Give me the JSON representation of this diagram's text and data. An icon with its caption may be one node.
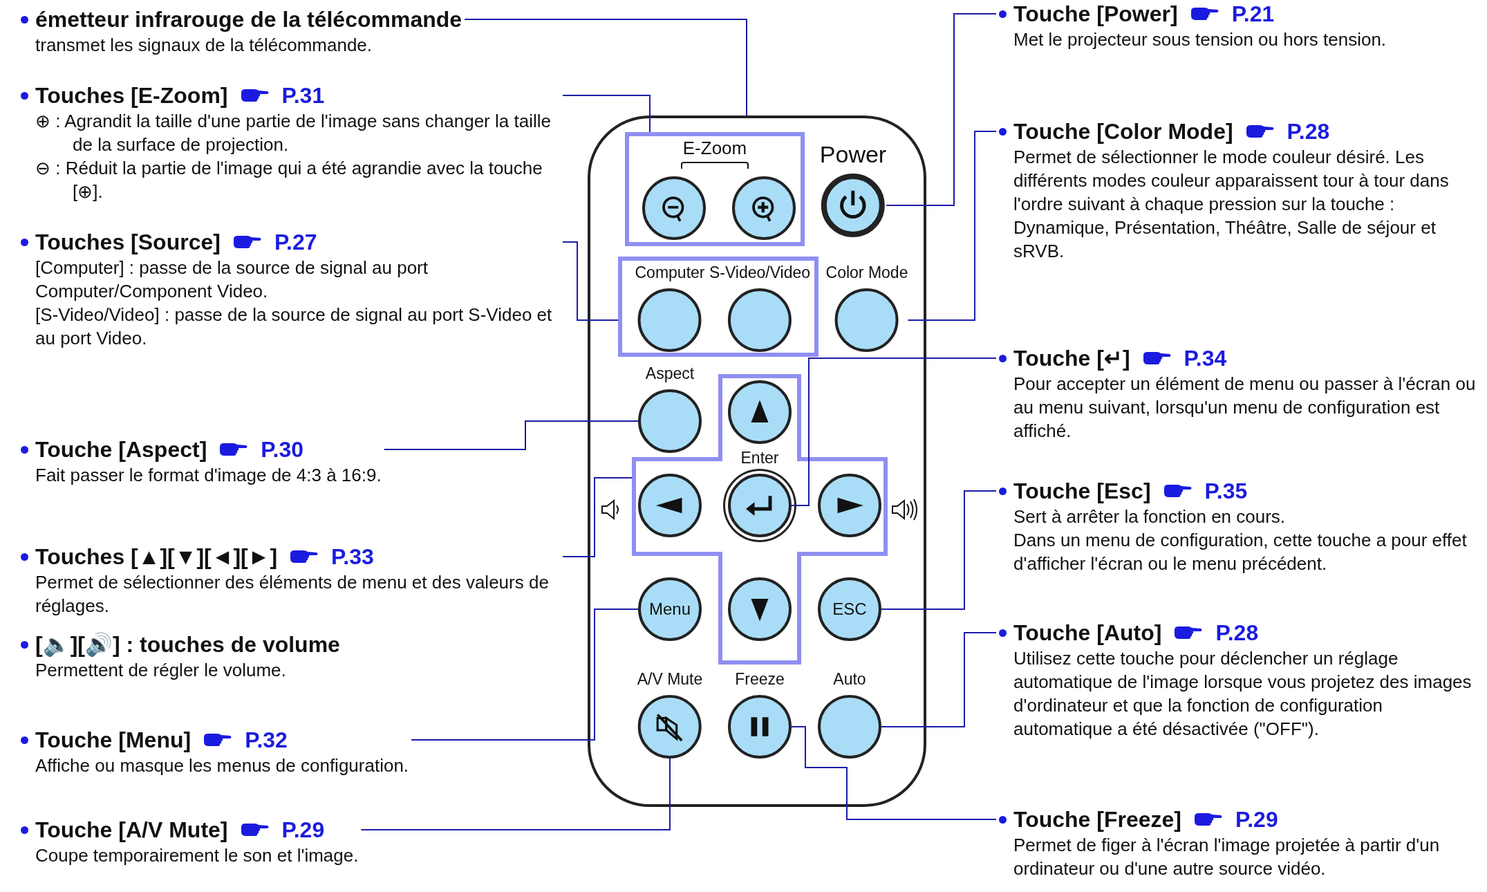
{
  "diagram": {
    "nodes": [
      {
        "text": [
          "émetteur infrarouge de la télécommande",
          "transmet les signaux de la télécommande."
        ]
      },
      {
        "text": [
          "Touches [E-Zoom]",
          "P.31",
          "⊕ : Agrandit la taille d'une partie de l'image sans changer la taille de la surface de projection.",
          "⊖ : Réduit la partie de l'image qui a été agrandie avec la touche [⊕]."
        ]
      },
      {
        "text": [
          "Touches [Source]",
          "P.27",
          "[Computer] : passe de la source de signal au port Computer/Component Video.",
          "[S-Video/Video] : passe de la source de signal au port S-Video et au port Video."
        ]
      },
      {
        "text": [
          "Touche [Aspect]",
          "P.30",
          "Fait passer le format d'image de 4:3 à 16:9."
        ]
      },
      {
        "text": [
          "Touches [▲][▼][◄][►]",
          "P.33",
          "Permet de sélectionner des éléments de menu et des valeurs de réglages."
        ]
      },
      {
        "text": [
          "[🔈][🔊] : touches de volume",
          "Permettent de régler le volume."
        ]
      },
      {
        "text": [
          "Touche [Menu]",
          "P.32",
          "Affiche ou masque les menus de configuration."
        ]
      },
      {
        "text": [
          "Touche [A/V Mute]",
          "P.29",
          "Coupe temporairement le son et l'image."
        ]
      },
      {
        "text": [],
        "shape": "box"
      },
      {
        "text": [
          "E-Zoom"
        ],
        "in": 8
      },
      {
        "text": [],
        "shape": "circle",
        "in": 9
      },
      {
        "text": [],
        "shape": "circle",
        "in": 9
      },
      {
        "text": [
          "Power"
        ],
        "in": 8
      },
      {
        "text": [],
        "shape": "box",
        "in": 8
      },
      {
        "text": [
          "Computer"
        ],
        "in": 13
      },
      {
        "text": [
          "S-Video/Video"
        ],
        "in": 13
      },
      {
        "text": [
          "Color Mode"
        ],
        "in": 8
      },
      {
        "text": [
          "Aspect"
        ],
        "in": 8
      },
      {
        "text": [],
        "shape": "box",
        "in": 8
      },
      {
        "text": [],
        "shape": "circle",
        "in": 18
      },
      {
        "text": [],
        "shape": "circle",
        "in": 18
      },
      {
        "text": [
          "Enter"
        ],
        "in": 18
      },
      {
        "text": [],
        "shape": "circle",
        "in": 18
      },
      {
        "text": [],
        "shape": "circle",
        "in": 18
      },
      {
        "text": [
          "Menu"
        ],
        "in": 8
      },
      {
        "text": [
          "ESC"
        ],
        "in": 8
      },
      {
        "text": [
          "A/V Mute"
        ],
        "in": 8
      },
      {
        "text": [
          "Freeze"
        ],
        "in": 8
      },
      {
        "text": [
          "Auto"
        ],
        "in": 8
      },
      {
        "text": [
          "Touche [Power]",
          "P.21",
          "Met le projecteur sous tension ou hors tension."
        ]
      },
      {
        "text": [
          "Touche [Color Mode]",
          "P.28",
          "Permet de sélectionner le mode couleur désiré. Les différents modes couleur apparaissent tour à tour dans l'ordre suivant à chaque pression sur la touche : Dynamique, Présentation, Théâtre, Salle de séjour et sRVB."
        ]
      },
      {
        "text": [
          "Touche [↵]",
          "P.34",
          "Pour accepter un élément de menu ou passer à l'écran ou au menu suivant, lorsqu'un menu de configuration est affiché."
        ]
      },
      {
        "text": [
          "Touche [Esc]",
          "P.35",
          "Sert à arrêter la fonction en cours.",
          "Dans un menu de configuration, cette touche a pour effet d'afficher l'écran ou le menu précédent."
        ]
      },
      {
        "text": [
          "Touche [Auto]",
          "P.28",
          "Utilisez cette touche pour déclencher un réglage automatique de l'image lorsque vous projetez des images d'ordinateur et que la fonction de configuration automatique a été désactivée (\"OFF\")."
        ]
      },
      {
        "text": [
          "Touche [Freeze]",
          "P.29",
          "Permet de figer à l'écran l'image projetée à partir d'un ordinateur ou d'une autre source vidéo."
        ]
      }
    ],
    "edges": [
      {
        "from": 0,
        "to": 8,
        "arrow": "none"
      },
      {
        "from": 1,
        "to": 9,
        "arrow": "none"
      },
      {
        "from": 2,
        "to": 13,
        "arrow": "none"
      },
      {
        "from": 3,
        "to": 17,
        "arrow": "none"
      },
      {
        "from": 4,
        "to": 18,
        "arrow": "none"
      },
      {
        "from": 6,
        "to": 24,
        "arrow": "none"
      },
      {
        "from": 7,
        "to": 26,
        "arrow": "none"
      },
      {
        "from": 29,
        "to": 12,
        "arrow": "none"
      },
      {
        "from": 30,
        "to": 16,
        "arrow": "none"
      },
      {
        "from": 31,
        "to": 21,
        "arrow": "none"
      },
      {
        "from": 32,
        "to": 25,
        "arrow": "none"
      },
      {
        "from": 33,
        "to": 28,
        "arrow": "none"
      },
      {
        "from": 34,
        "to": 27,
        "arrow": "none"
      }
    ]
  }
}
